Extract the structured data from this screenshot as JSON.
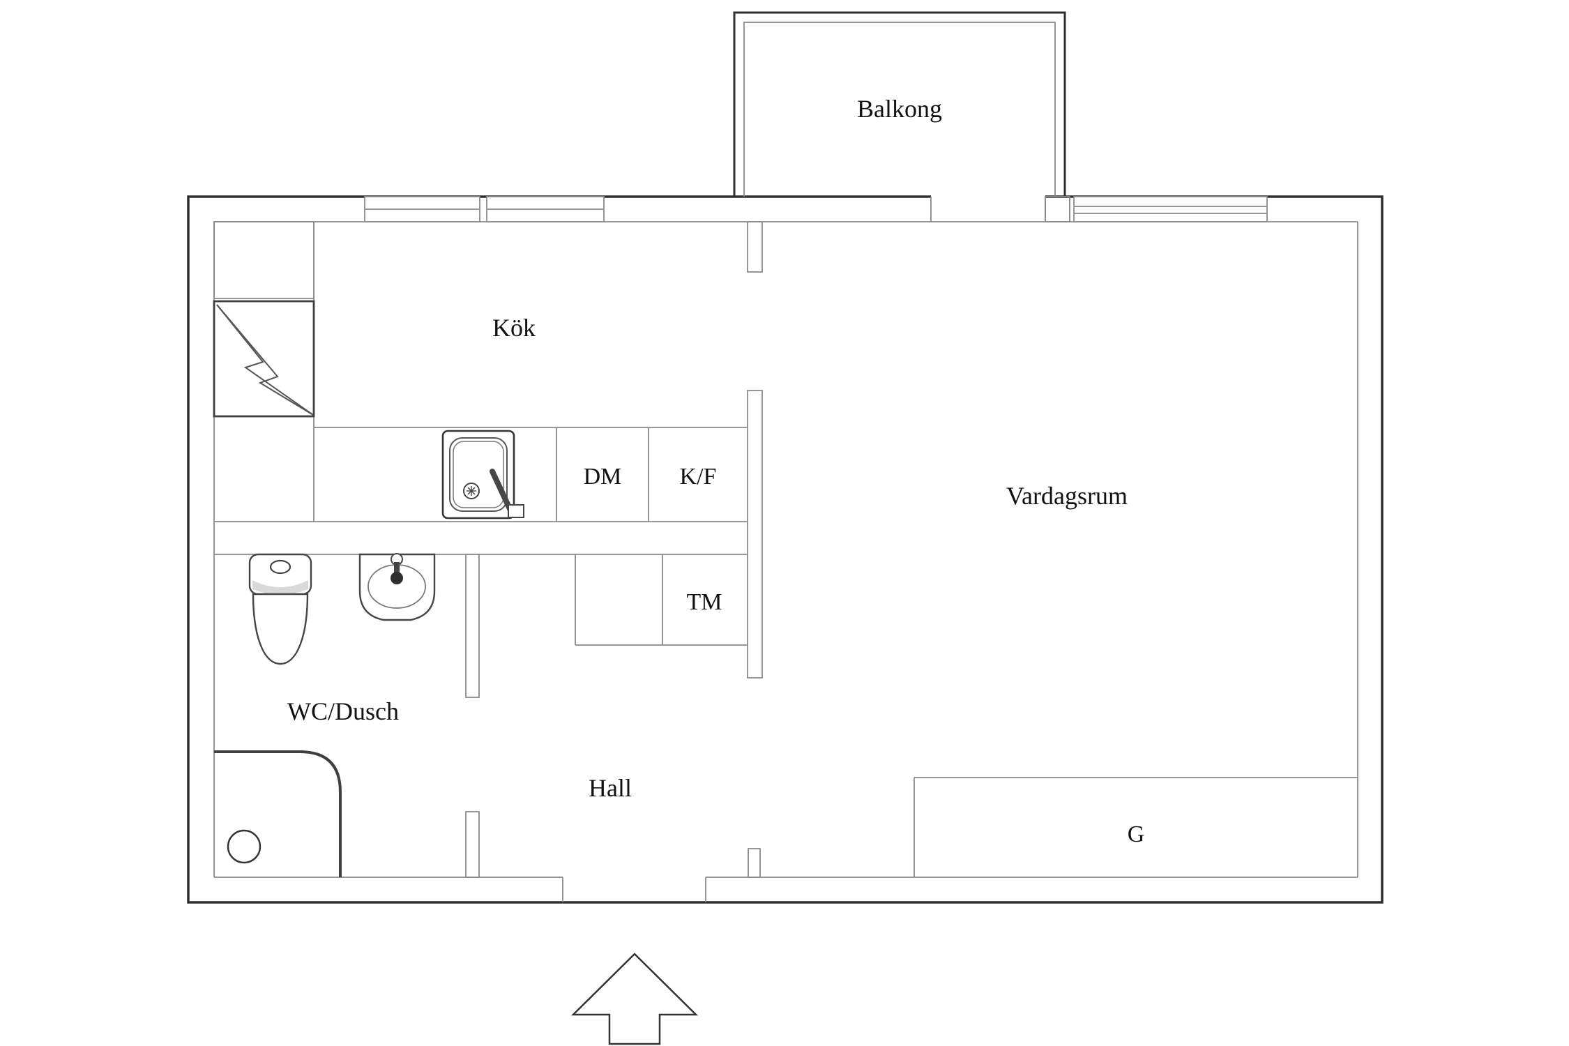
{
  "floorplan": {
    "rooms": {
      "balcony": {
        "label": "Balkong"
      },
      "kitchen": {
        "label": "Kök"
      },
      "living_room": {
        "label": "Vardagsrum"
      },
      "bathroom": {
        "label": "WC/Dusch"
      },
      "hall": {
        "label": "Hall"
      },
      "wardrobe": {
        "label": "G"
      }
    },
    "appliances": {
      "dishwasher": {
        "label": "DM"
      },
      "fridge_freezer": {
        "label": "K/F"
      },
      "washing_machine": {
        "label": "TM"
      }
    },
    "colors": {
      "background": "#ffffff",
      "outer_wall": "#2f2f2f",
      "thin_line": "#8a8a8a",
      "fixture": "#454545",
      "text": "#111111"
    }
  }
}
